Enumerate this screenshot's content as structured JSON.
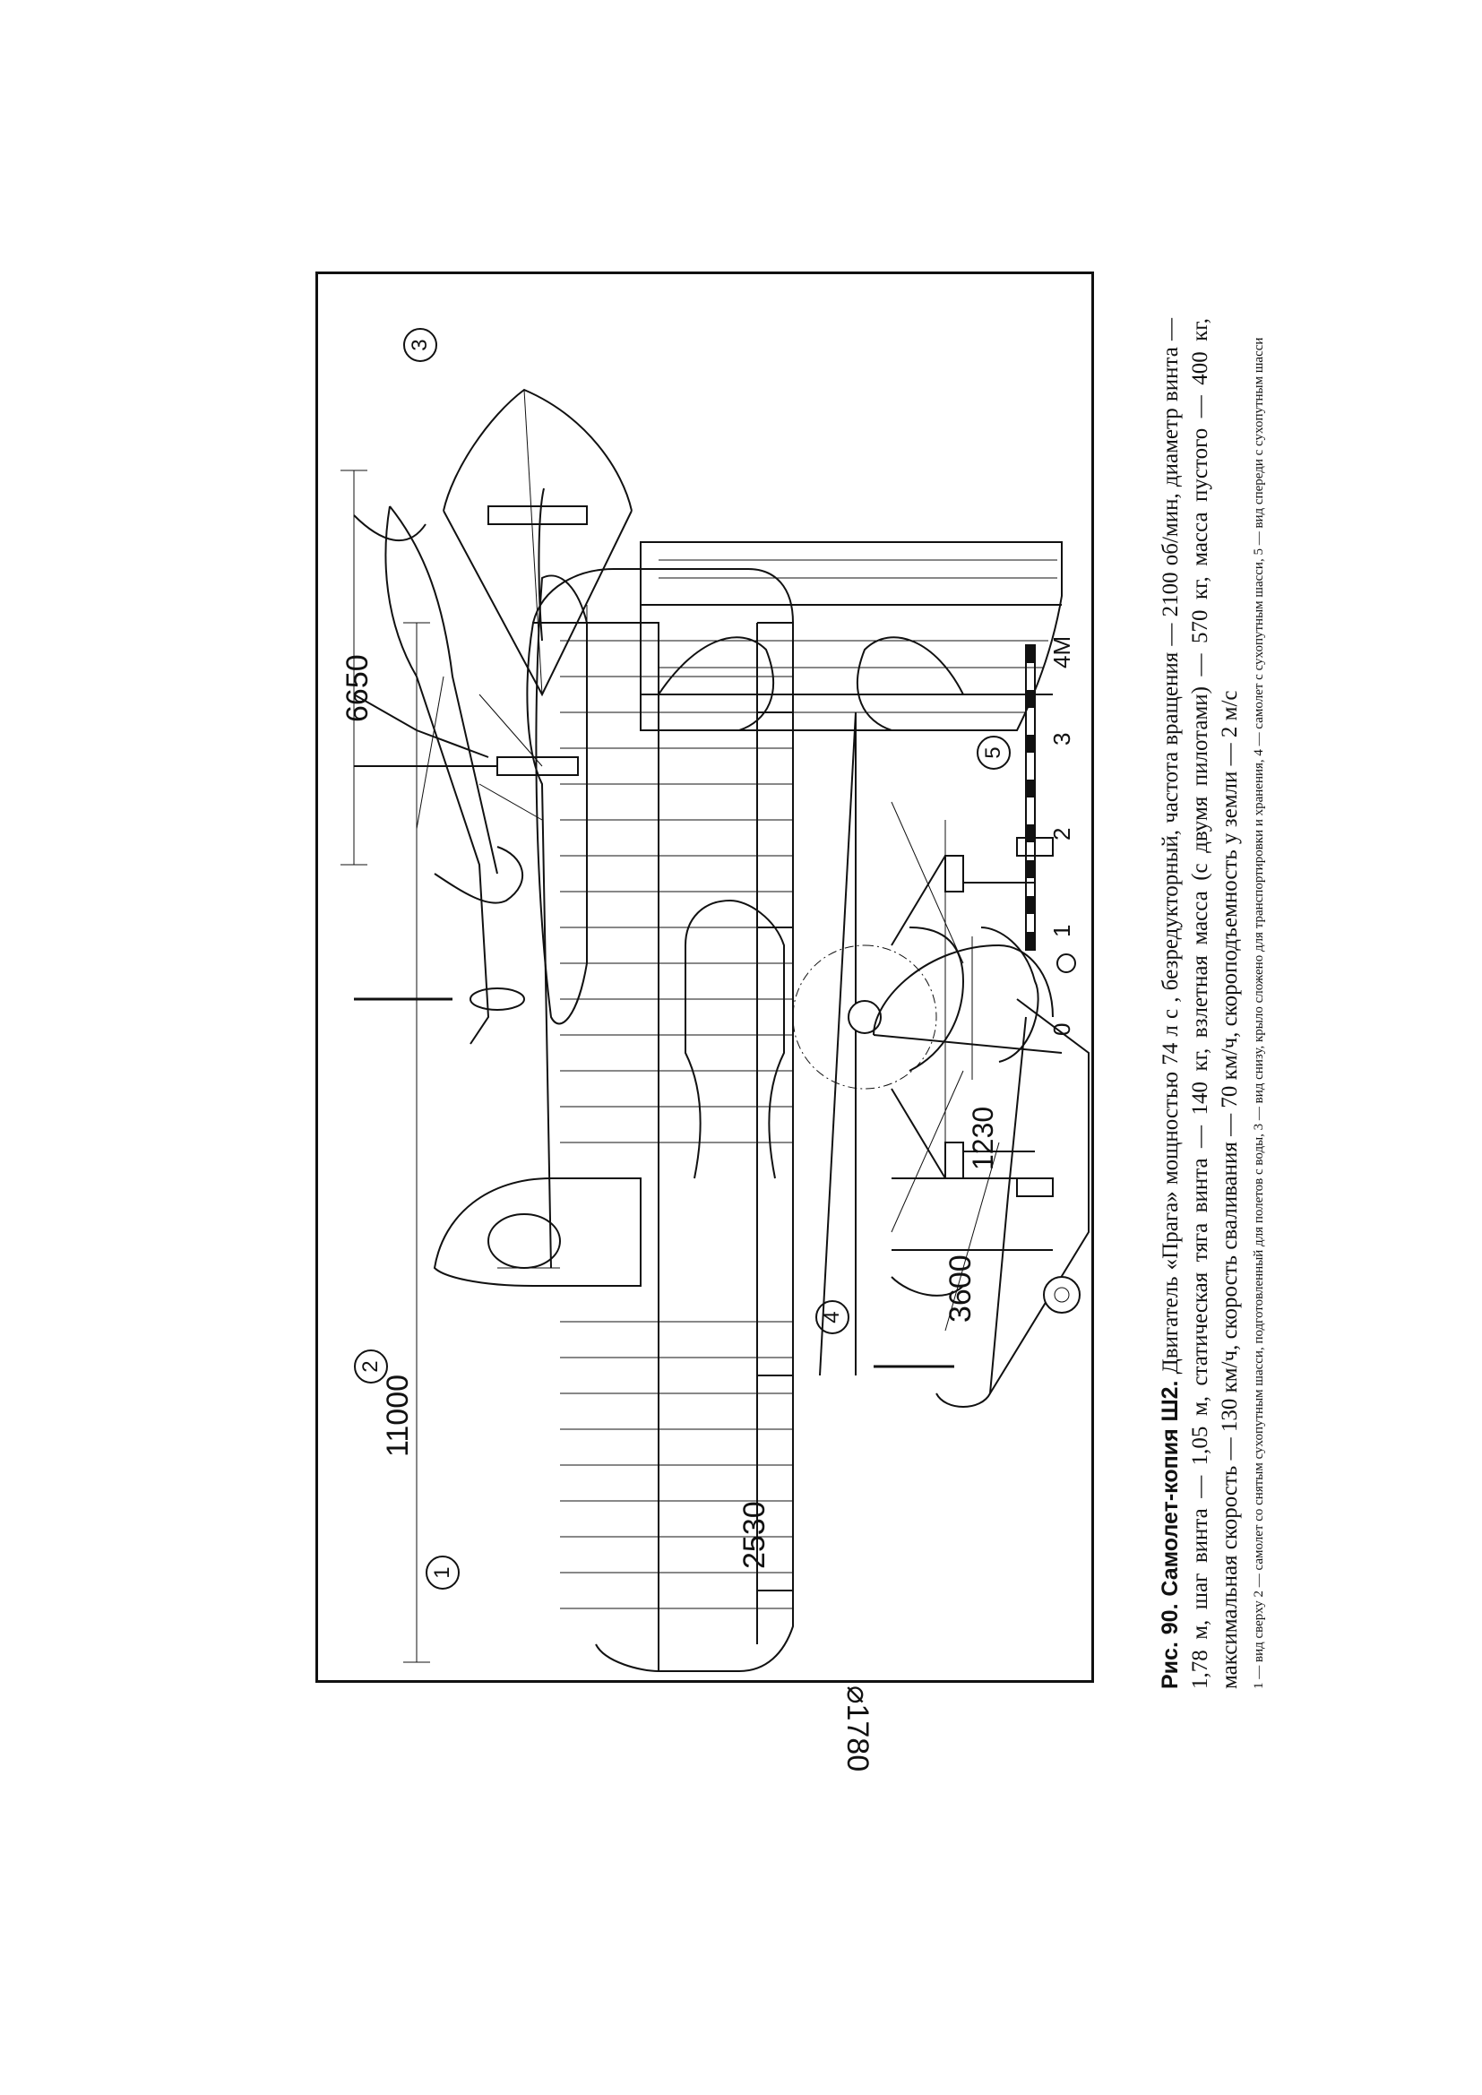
{
  "figure": {
    "view_numbers": [
      "1",
      "2",
      "3",
      "4",
      "5"
    ],
    "dimensions": {
      "span": "11000",
      "length": "6650",
      "tail_span": "3600",
      "tail_offset": "2530",
      "prop_diameter": "⌀1780",
      "track": "1230"
    },
    "scale_bar": {
      "ticks": [
        "0",
        "1",
        "2",
        "3",
        "4M"
      ]
    }
  },
  "caption": {
    "title": "Рис. 90. Самолет-копия Ш2.",
    "body": "Двигатель «Прага» мощностью 74 л с , безредукторный, частота вращения — 2100 об/мин, диаметр винта — 1,78 м, шаг винта — 1,05 м, статическая тяга винта — 140 кг, взлетная масса (с двумя пилотами) — 570 кг, масса пустого — 400 кг, максимальная скорость — 130 км/ч, скорость сваливания — 70 км/ч, скороподъемность у земли — 2 м/с",
    "legend": "1 — вид сверху 2 — самолет со снятым сухопутным шасси, подготовленный для полетов с воды, 3 — вид снизу, крыло сложено для транспортировки и хранения, 4 — самолет с сухопутным шасси, 5 — вид спереди с сухопутным шасси"
  }
}
